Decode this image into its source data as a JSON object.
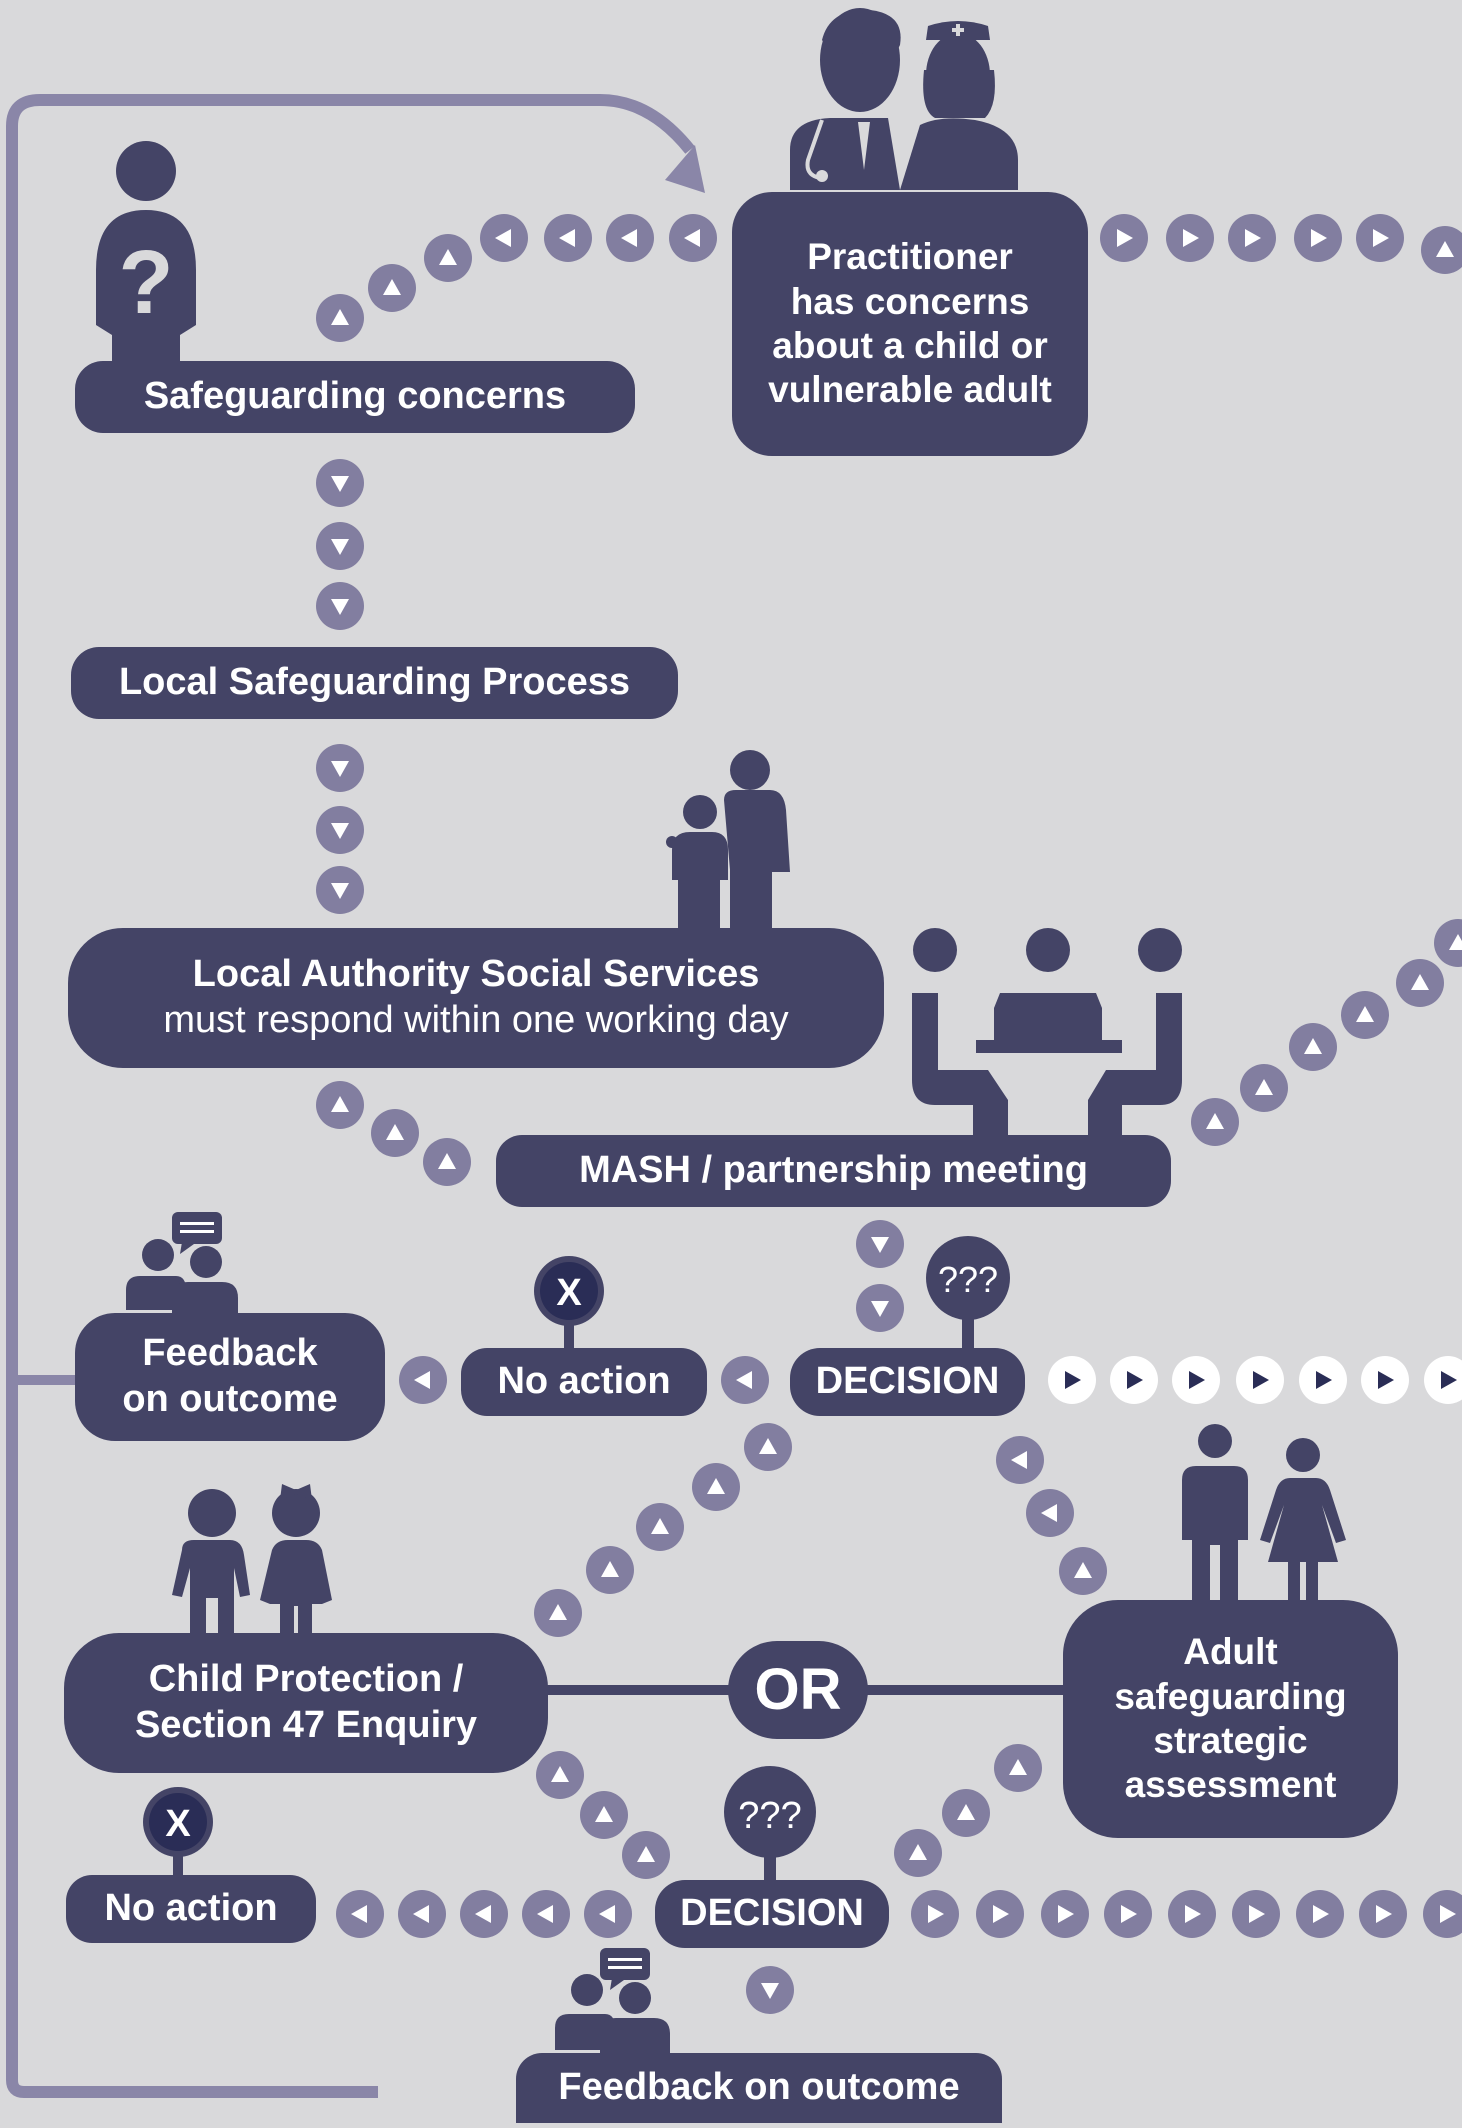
{
  "colors": {
    "background": "#d9d9db",
    "box": "#444466",
    "connector": "#8a86a8",
    "marker": "#827ea0",
    "badge": "#2a2d56",
    "white": "#ffffff"
  },
  "nodes": {
    "safeguarding_concerns": {
      "label": "Safeguarding concerns"
    },
    "practitioner": {
      "lines": [
        "Practitioner",
        "has concerns",
        "about a child or",
        "vulnerable adult"
      ]
    },
    "local_process": {
      "label": "Local Safeguarding Process"
    },
    "social_services": {
      "title": "Local Authority Social Services",
      "subtitle": "must respond within one working day"
    },
    "mash": {
      "label": "MASH / partnership meeting"
    },
    "decision_1": {
      "label": "DECISION"
    },
    "no_action_1": {
      "label": "No action"
    },
    "feedback_1": {
      "lines": [
        "Feedback",
        "on outcome"
      ]
    },
    "child_protection": {
      "lines": [
        "Child Protection /",
        "Section 47 Enquiry"
      ]
    },
    "or": {
      "label": "OR"
    },
    "adult_safeguarding": {
      "lines": [
        "Adult",
        "safeguarding",
        "strategic",
        "assessment"
      ]
    },
    "decision_2": {
      "label": "DECISION"
    },
    "no_action_2": {
      "label": "No action"
    },
    "feedback_2": {
      "label": "Feedback on outcome"
    }
  },
  "badges": {
    "x": "X",
    "question": "???"
  },
  "icons": [
    "practitioner-icon",
    "question-person-icon",
    "parent-child-icon",
    "meeting-table-icon",
    "feedback-people-icon",
    "children-icon",
    "adults-icon",
    "question-bubble-icon",
    "x-badge-icon"
  ]
}
